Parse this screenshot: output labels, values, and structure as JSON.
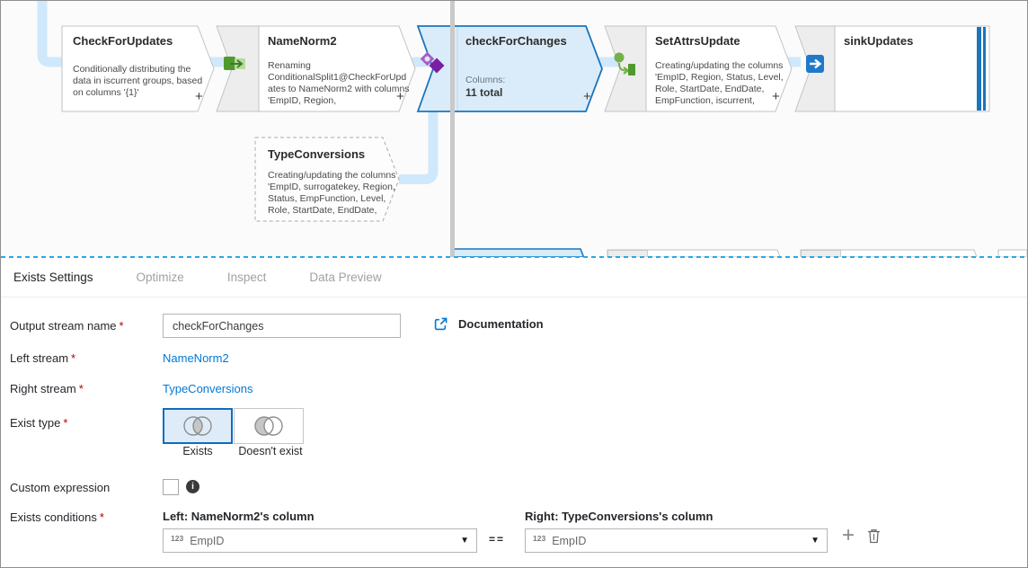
{
  "canvas": {
    "add_label": "+",
    "nodes": [
      {
        "title": "CheckForUpdates",
        "description": "Conditionally distributing the data in iscurrent groups, based on columns '{1}'"
      },
      {
        "title": "NameNorm2",
        "description": "Renaming ConditionalSplit1@CheckForUpdates to NameNorm2 with columns 'EmpID, Region,"
      },
      {
        "title": "checkForChanges",
        "columns_label": "Columns:",
        "columns_value": "11 total"
      },
      {
        "title": "SetAttrsUpdate",
        "description": "Creating/updating the columns 'EmpID, Region, Status, Level, Role, StartDate, EndDate, EmpFunction, iscurrent,"
      },
      {
        "title": "sinkUpdates"
      },
      {
        "title": "TypeConversions",
        "description": "Creating/updating the columns 'EmpID, surrogatekey, Region, Status, EmpFunction, Level, Role, StartDate, EndDate,"
      }
    ]
  },
  "panel": {
    "tabs": [
      {
        "label": "Exists Settings"
      },
      {
        "label": "Optimize"
      },
      {
        "label": "Inspect"
      },
      {
        "label": "Data Preview"
      }
    ],
    "required_marker": "*",
    "output_stream": {
      "label": "Output stream name",
      "value": "checkForChanges"
    },
    "documentation_label": "Documentation",
    "left_stream": {
      "label": "Left stream",
      "value": "NameNorm2"
    },
    "right_stream": {
      "label": "Right stream",
      "value": "TypeConversions"
    },
    "exist_type": {
      "label": "Exist type",
      "options": [
        {
          "label": "Exists"
        },
        {
          "label": "Doesn't exist"
        }
      ],
      "selected": "Exists"
    },
    "custom_expression": {
      "label": "Custom expression",
      "checked": false
    },
    "exists_conditions": {
      "label": "Exists conditions",
      "left_header": "Left: NameNorm2's column",
      "right_header": "Right: TypeConversions's column",
      "operator": "==",
      "type_badge": "123",
      "left_value": "EmpID",
      "right_value": "EmpID"
    }
  },
  "colors": {
    "accent": "#0078d4",
    "selected_node_border": "#1b75bc",
    "selected_node_fill": "#daecf9",
    "connector": "#cfe8fb",
    "required": "#b30000"
  }
}
